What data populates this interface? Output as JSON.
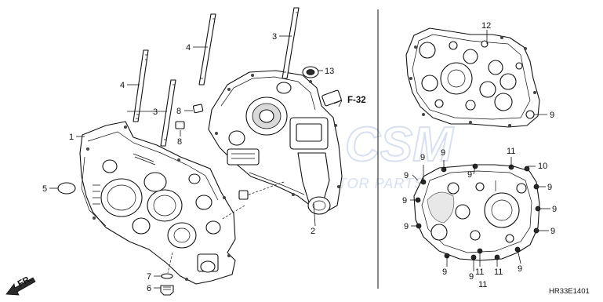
{
  "callouts": {
    "l1": "1",
    "l2": "2",
    "l3a": "3",
    "l3b": "3",
    "l4a": "4",
    "l4b": "4",
    "l5": "5",
    "l6": "6",
    "l7": "7",
    "l8a": "8",
    "l8b": "8",
    "l13": "13",
    "r12": "12",
    "r9a": "9",
    "r9b": "9",
    "r9c": "9",
    "r9d": "9",
    "r9e": "9",
    "r9f": "9",
    "r9g": "9",
    "r9h": "9",
    "r9i": "9",
    "r9j": "9",
    "r9k": "9",
    "r9l": "9",
    "r9m": "9",
    "r10": "10",
    "r11a": "11",
    "r11b": "11",
    "r11c": "11",
    "r11d": "11"
  },
  "ref": "F-32",
  "front_marker": "FR.",
  "diagram_code": "HR33E1401",
  "watermark": {
    "logo": "CSM",
    "text": "MOTOR PARTS"
  }
}
